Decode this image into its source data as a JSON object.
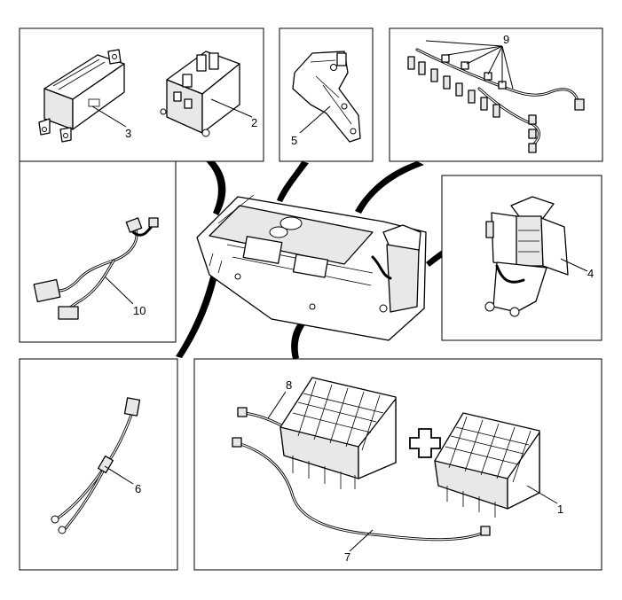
{
  "figure": {
    "callouts": [
      {
        "id": "1",
        "text": "1"
      },
      {
        "id": "2",
        "text": "2"
      },
      {
        "id": "3",
        "text": "3"
      },
      {
        "id": "4",
        "text": "4"
      },
      {
        "id": "5",
        "text": "5"
      },
      {
        "id": "6",
        "text": "6"
      },
      {
        "id": "7",
        "text": "7"
      },
      {
        "id": "8",
        "text": "8"
      },
      {
        "id": "9",
        "text": "9"
      },
      {
        "id": "10",
        "text": "10"
      }
    ],
    "plus_symbol": "+"
  }
}
